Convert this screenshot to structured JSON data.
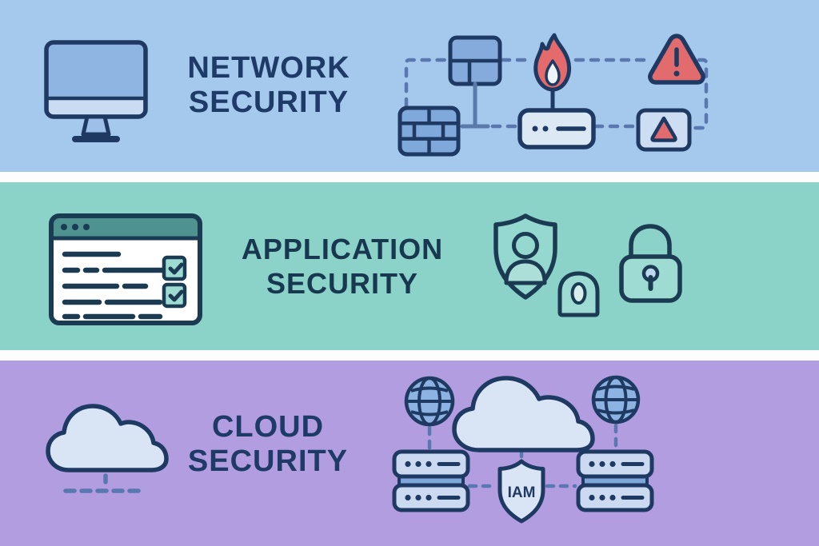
{
  "bands": [
    {
      "name": "Network Security",
      "title_line1": "NETWORK",
      "title_line2": "SECURITY",
      "bg_color": "#a5c8ed",
      "title_color": "#1e3a66",
      "left_icon": "desktop-monitor-icon",
      "right_icons": [
        "window-panels-icon",
        "firewall-bricks-icon",
        "fire-icon",
        "router-device-icon",
        "warning-triangle-icon",
        "alert-panel-icon"
      ],
      "connector_style": "dashed"
    },
    {
      "name": "Application Security",
      "title_line1": "APPLICATION",
      "title_line2": "SECURITY",
      "bg_color": "#8bd2c8",
      "title_color": "#17384f",
      "left_icon": "browser-window-checklist-icon",
      "right_icons": [
        "shield-user-icon",
        "keyhole-icon",
        "padlock-icon"
      ]
    },
    {
      "name": "Cloud Security",
      "title_line1": "CLOUD",
      "title_line2": "SECURITY",
      "bg_color": "#b29de0",
      "title_color": "#1e3a66",
      "left_icon": "cloud-icon",
      "right_icons": [
        "globe-icon",
        "cloud-icon",
        "globe-icon",
        "server-stack-icon",
        "iam-shield-icon",
        "server-stack-icon"
      ],
      "iam_label": "IAM",
      "connector_style": "dashed"
    }
  ],
  "palette": {
    "navy": "#1e3a63",
    "navy_teal": "#1b3b52",
    "slate_dash": "#5a78b0",
    "red": "#e16b6d",
    "monitor_screen": "#8fb5e3",
    "monitor_chin": "#c9dcf2",
    "card_blue": "#84abdb",
    "brick_blue": "#7fa9da",
    "device_light": "#dde8f5",
    "alert_panel": "#cdddf2",
    "browser_header_teal": "#4f9390",
    "checkbox_teal": "#9edbd3",
    "shield_teal": "#95d8cf",
    "cloud_light": "#d9e5f5",
    "globe_blue": "#8cb3e2",
    "server_light": "#ccdaf1",
    "server_strip": "#7ea6d8"
  }
}
